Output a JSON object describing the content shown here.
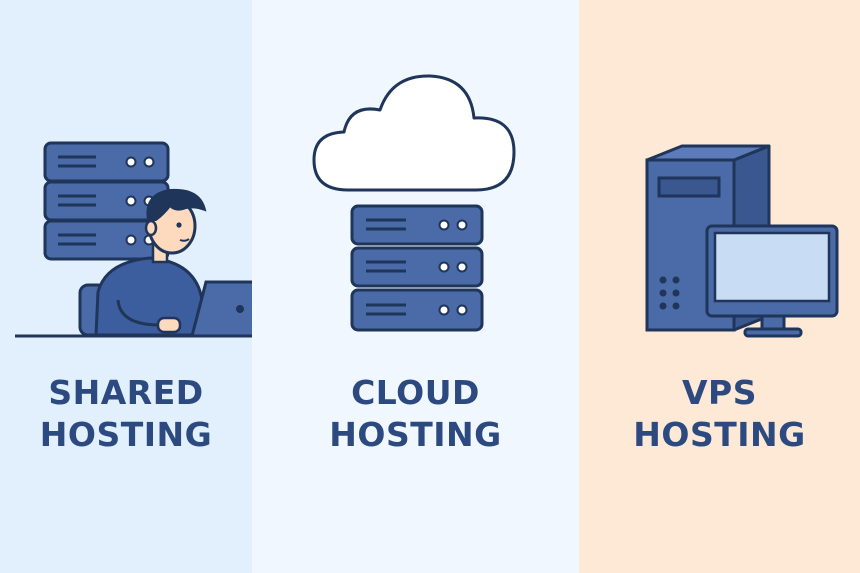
{
  "panels": [
    {
      "id": "shared",
      "line1": "SHARED",
      "line2": "HOSTING"
    },
    {
      "id": "cloud",
      "line1": "CLOUD",
      "line2": "HOSTING"
    },
    {
      "id": "vps",
      "line1": "VPS",
      "line2": "HOSTING"
    }
  ],
  "colors": {
    "shared_bg": "#e1f0fc",
    "cloud_bg": "#f0f7fe",
    "vps_bg": "#fde9d6",
    "server_blue": "#4a6ba8",
    "outline": "#1f3559",
    "label_text": "#2c4a80"
  }
}
